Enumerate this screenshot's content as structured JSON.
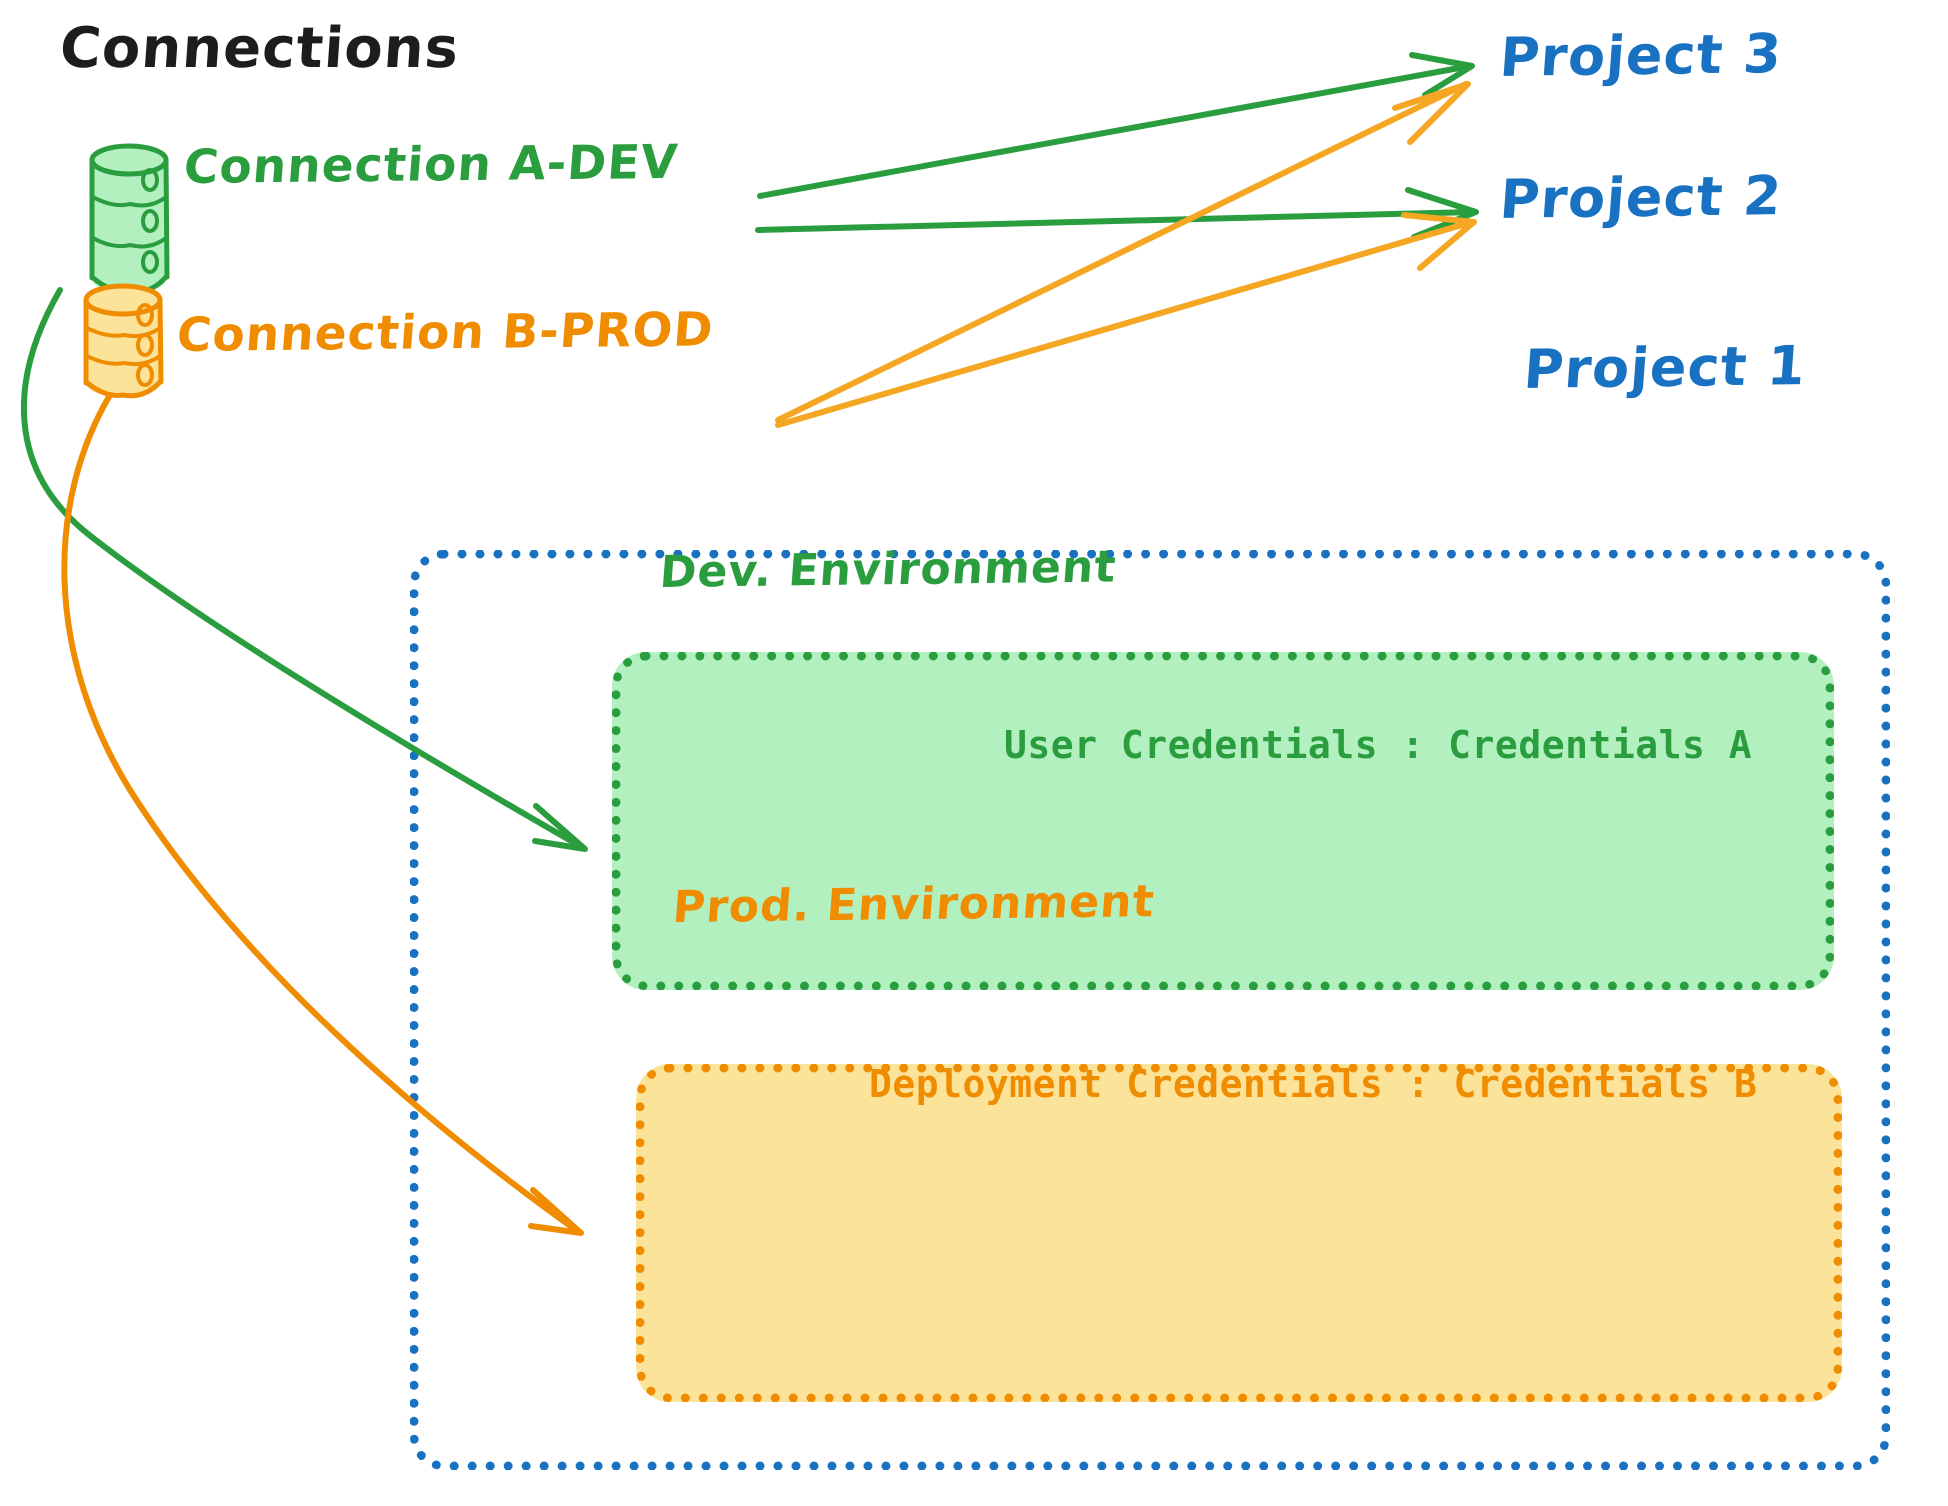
{
  "title": "Connections",
  "connections": [
    {
      "id": "conn-a",
      "label": "Connection A-DEV",
      "color": "#2a9d3f",
      "icon": "database-icon"
    },
    {
      "id": "conn-b",
      "label": "Connection B-PROD",
      "color": "#f08c00",
      "icon": "database-icon"
    }
  ],
  "projects": [
    {
      "id": "project-3",
      "label": "Project 3",
      "color": "#1971c2"
    },
    {
      "id": "project-2",
      "label": "Project 2",
      "color": "#1971c2"
    },
    {
      "id": "project-1",
      "label": "Project 1",
      "color": "#1971c2"
    }
  ],
  "environments": [
    {
      "id": "dev-environment",
      "title": "Dev. Environment",
      "credentials_label": "User Credentials",
      "credentials_value": "Credentials A",
      "credentials_text": "User Credentials : Credentials A",
      "border_color": "#2a9d3f",
      "fill_color": "#b2f0bf"
    },
    {
      "id": "prod-environment",
      "title": "Prod. Environment",
      "credentials_label": "Deployment Credentials",
      "credentials_value": "Credentials B",
      "credentials_text": "Deployment Credentials : Credentials B",
      "border_color": "#f08c00",
      "fill_color": "#fbe39a"
    }
  ],
  "edges": [
    {
      "from": "conn-a",
      "to": "project-3",
      "color": "#2a9d3f"
    },
    {
      "from": "conn-a",
      "to": "project-2",
      "color": "#2a9d3f"
    },
    {
      "from": "conn-a",
      "to": "dev-environment",
      "color": "#2a9d3f"
    },
    {
      "from": "conn-b",
      "to": "project-3",
      "color": "#f5a623"
    },
    {
      "from": "conn-b",
      "to": "project-2",
      "color": "#f5a623"
    },
    {
      "from": "conn-b",
      "to": "prod-environment",
      "color": "#f08c00"
    }
  ],
  "colors": {
    "green": "#2a9d3f",
    "green_fill": "#b2f0bf",
    "orange": "#f08c00",
    "orange_line": "#f5a623",
    "orange_fill": "#fbe39a",
    "blue": "#1971c2",
    "black": "#1d1d1d",
    "background": "#ffffff"
  }
}
